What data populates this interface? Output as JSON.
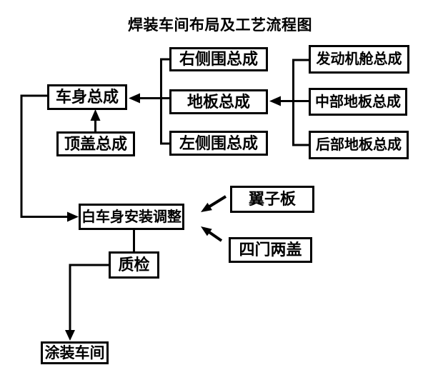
{
  "title": "焊装车间布局及工艺流程图",
  "nodes": {
    "body": {
      "label": "车身总成"
    },
    "roof": {
      "label": "顶盖总成"
    },
    "right_side": {
      "label": "右侧围总成"
    },
    "floor": {
      "label": "地板总成"
    },
    "left_side": {
      "label": "左侧围总成"
    },
    "engine_bay": {
      "label": "发动机舱总成"
    },
    "mid_floor": {
      "label": "中部地板总成"
    },
    "rear_floor": {
      "label": "后部地板总成"
    },
    "biw_adjust": {
      "label": "白车身安装调整"
    },
    "fender": {
      "label": "翼子板"
    },
    "four_doors_two_lids": {
      "label": "四门两盖"
    },
    "quality_check": {
      "label": "质检"
    },
    "paint_shop": {
      "label": "涂装车间"
    }
  },
  "edges": [
    {
      "from": "右侧围总成",
      "to": "车身总成",
      "style": "bracket"
    },
    {
      "from": "地板总成",
      "to": "车身总成",
      "style": "arrow"
    },
    {
      "from": "左侧围总成",
      "to": "车身总成",
      "style": "bracket"
    },
    {
      "from": "发动机舱总成",
      "to": "地板总成",
      "style": "bracket"
    },
    {
      "from": "中部地板总成",
      "to": "地板总成",
      "style": "arrow"
    },
    {
      "from": "后部地板总成",
      "to": "地板总成",
      "style": "bracket"
    },
    {
      "from": "顶盖总成",
      "to": "车身总成",
      "style": "arrow"
    },
    {
      "from": "车身总成",
      "to": "白车身安装调整",
      "style": "arrow"
    },
    {
      "from": "翼子板",
      "to": "白车身安装调整",
      "style": "arrow"
    },
    {
      "from": "四门两盖",
      "to": "白车身安装调整",
      "style": "arrow"
    },
    {
      "from": "白车身安装调整",
      "to": "质检",
      "style": "line"
    },
    {
      "from": "质检",
      "to": "涂装车间",
      "style": "arrow"
    }
  ],
  "colors": {
    "background": "#ffffff",
    "line": "#000000",
    "box_border": "#000000",
    "text": "#000000"
  }
}
